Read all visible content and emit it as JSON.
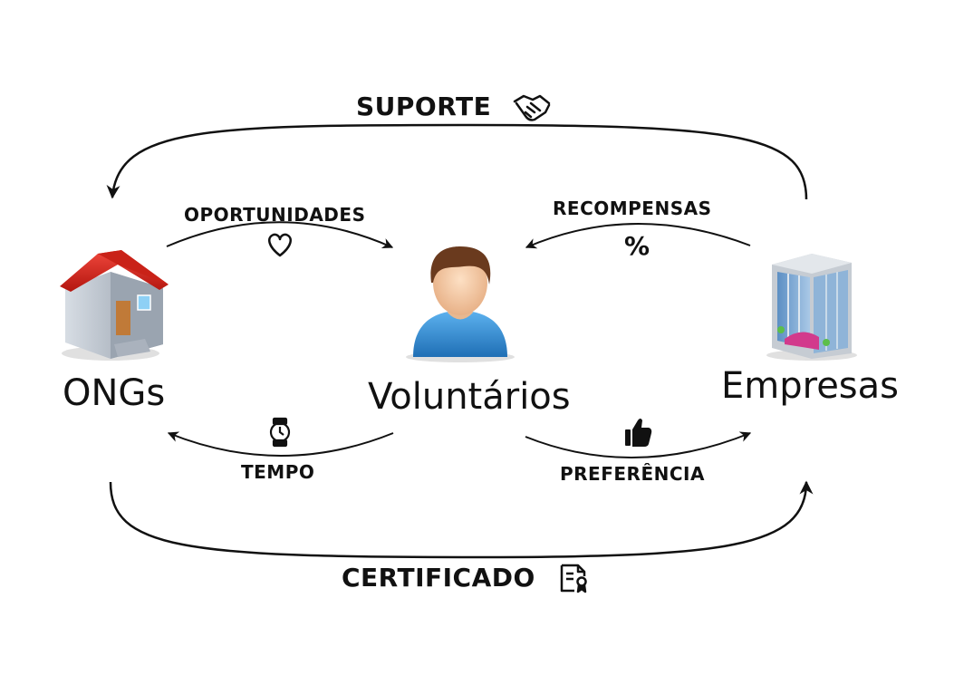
{
  "nodes": {
    "ongs": {
      "label": "ONGs",
      "icon": "house-icon"
    },
    "voluntarios": {
      "label": "Voluntários",
      "icon": "person-icon"
    },
    "empresas": {
      "label": "Empresas",
      "icon": "office-building-icon"
    }
  },
  "edges": {
    "suporte": {
      "label": "SUPORTE",
      "from": "Empresas",
      "to": "ONGs",
      "icon": "handshake-icon"
    },
    "oportunidades": {
      "label": "OPORTUNIDADES",
      "from": "ONGs",
      "to": "Voluntários",
      "icon": "heart-icon"
    },
    "recompensas": {
      "label": "RECOMPENSAS",
      "from": "Empresas",
      "to": "Voluntários",
      "icon": "percent-icon",
      "icon_text": "%"
    },
    "tempo": {
      "label": "TEMPO",
      "from": "Voluntários",
      "to": "ONGs",
      "icon": "watch-icon"
    },
    "preferencia": {
      "label": "PREFERÊNCIA",
      "from": "Voluntários",
      "to": "Empresas",
      "icon": "thumbs-up-icon"
    },
    "certificado": {
      "label": "CERTIFICADO",
      "from": "ONGs",
      "to": "Empresas",
      "icon": "certificate-icon"
    }
  },
  "colors": {
    "line": "#111111",
    "roof": "#d9261c",
    "shirt": "#2f8fd6",
    "building": "#7fa6c9"
  }
}
